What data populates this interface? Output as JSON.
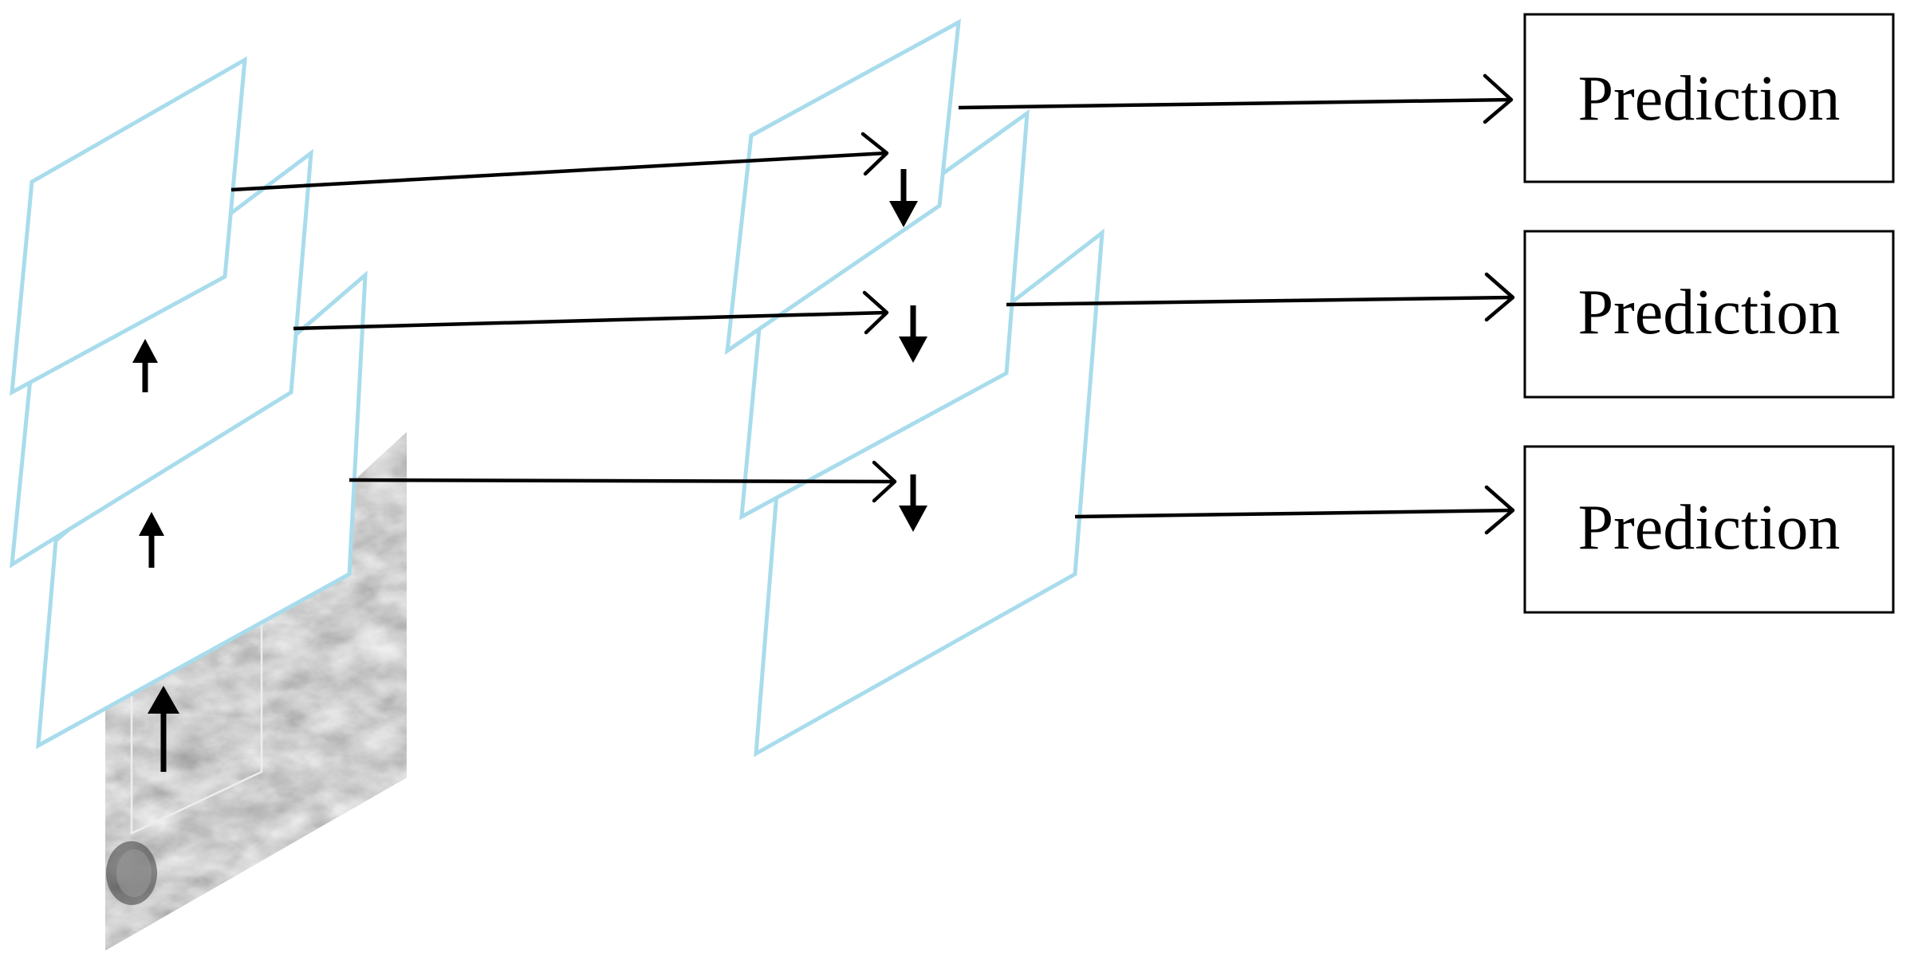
{
  "outputs": {
    "top": "Prediction",
    "middle": "Prediction",
    "bottom": "Prediction"
  },
  "icons": {
    "input_image": "grayscale-terrain-image",
    "bottom_up_arrows": "arrow-up-icon",
    "top_down_arrows": "arrow-down-icon"
  },
  "colors": {
    "feature_map_border": "#a8dcec",
    "arrows": "#000000",
    "prediction_box_border": "#000000"
  }
}
